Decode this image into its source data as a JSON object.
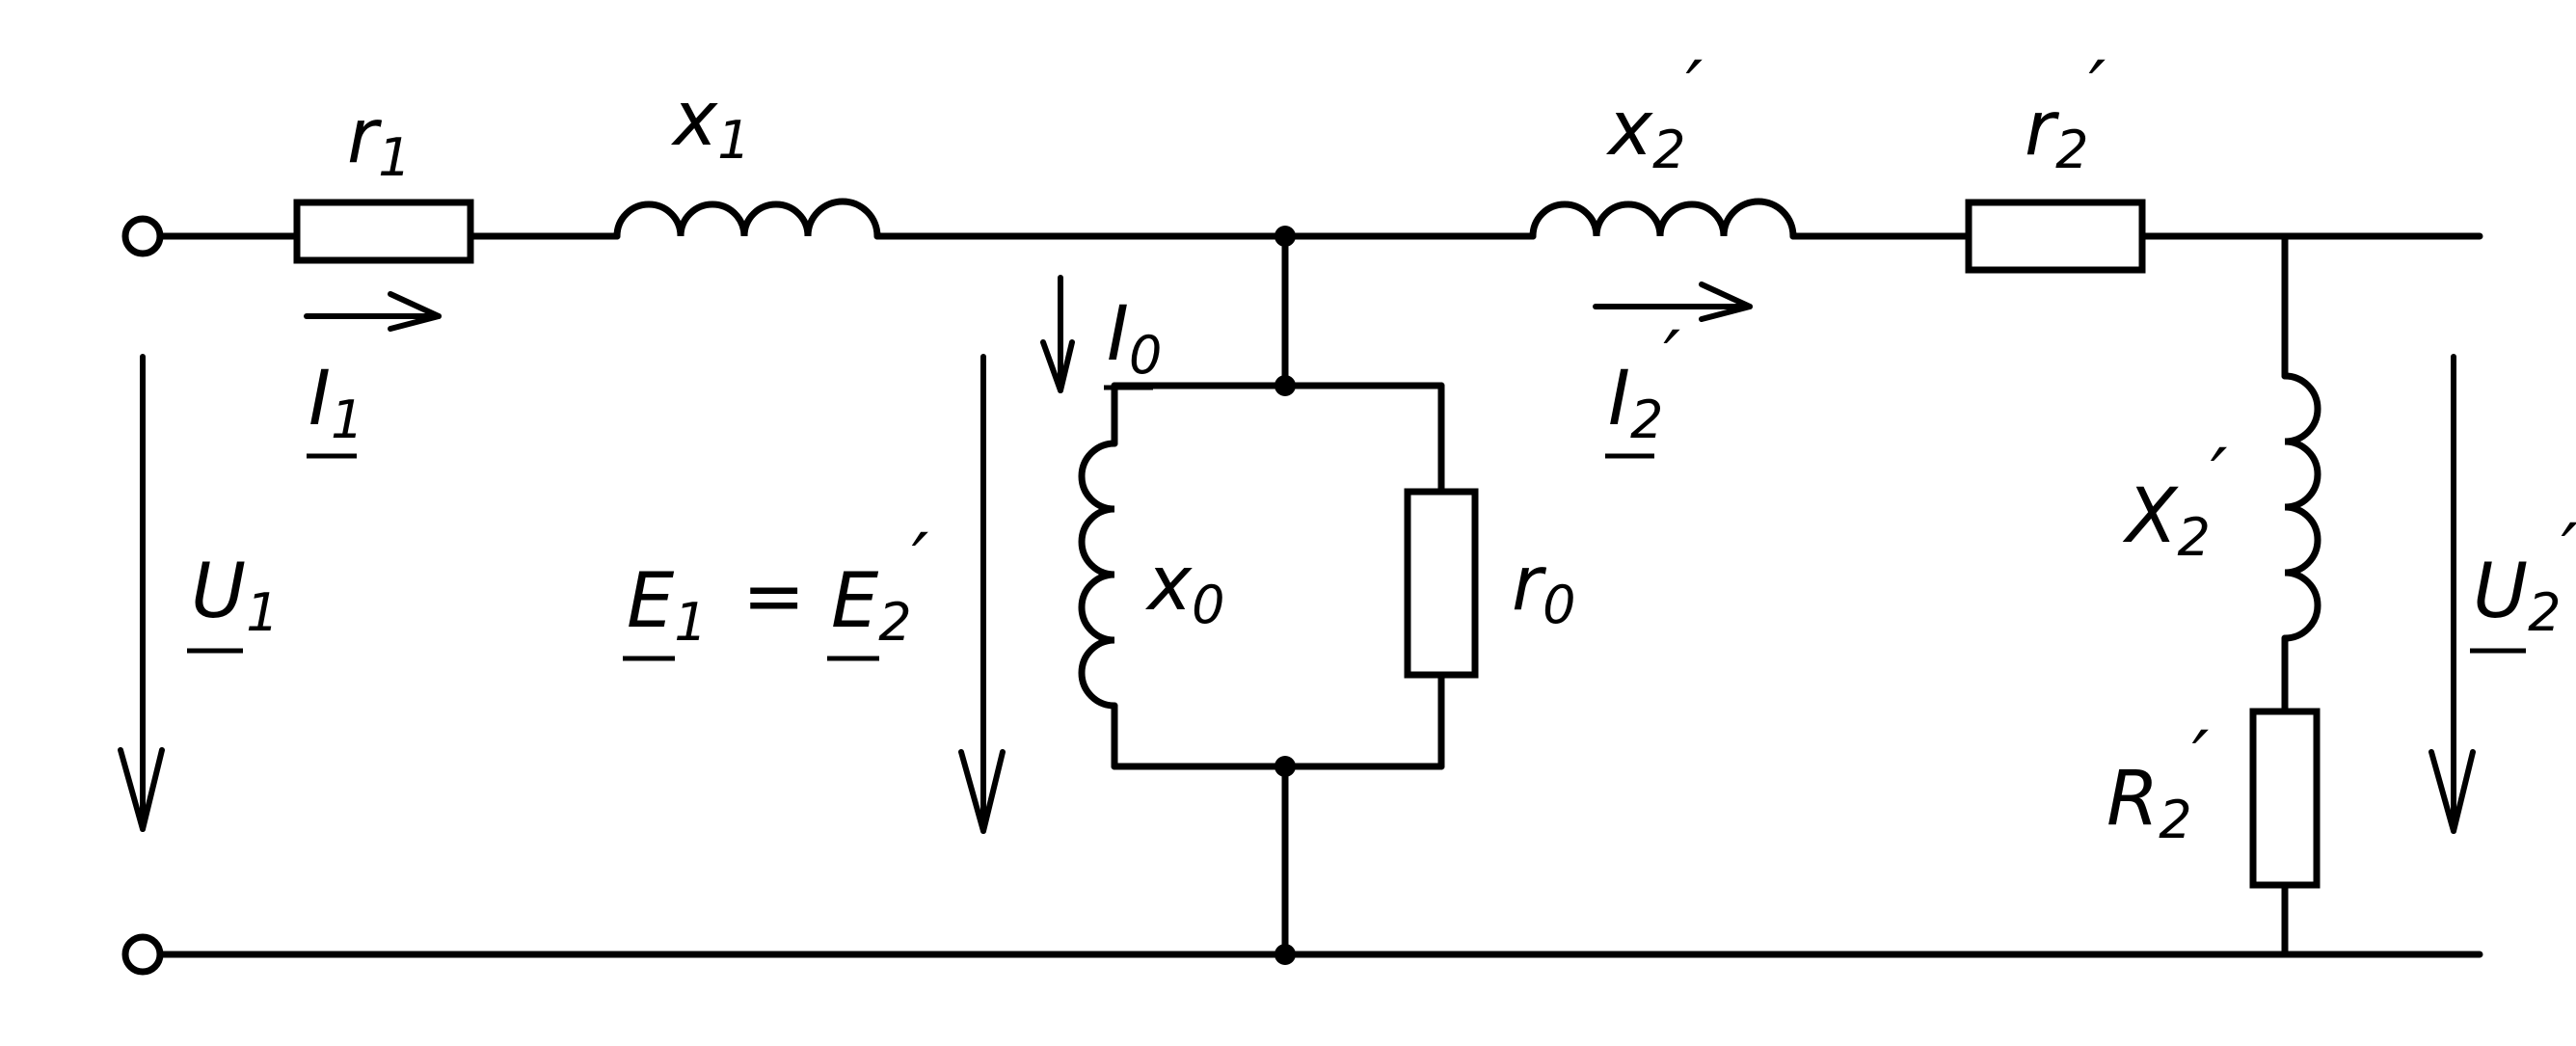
{
  "labels": {
    "r1": {
      "main": "r",
      "sub": "1",
      "prime": ""
    },
    "x1": {
      "main": "x",
      "sub": "1",
      "prime": ""
    },
    "x2p": {
      "main": "x",
      "sub": "2",
      "prime": "′"
    },
    "r2p": {
      "main": "r",
      "sub": "2",
      "prime": "′"
    },
    "I1": {
      "main": "I",
      "sub": "1",
      "prime": ""
    },
    "I0": {
      "main": "I",
      "sub": "0",
      "prime": ""
    },
    "I2p": {
      "main": "I",
      "sub": "2",
      "prime": "′"
    },
    "U1": {
      "main": "U",
      "sub": "1",
      "prime": ""
    },
    "E1": {
      "main": "E",
      "sub": "1",
      "prime": ""
    },
    "eq": "=",
    "E2p": {
      "main": "E",
      "sub": "2",
      "prime": "′"
    },
    "x0": {
      "main": "x",
      "sub": "0",
      "prime": ""
    },
    "r0": {
      "main": "r",
      "sub": "0",
      "prime": ""
    },
    "X2p": {
      "main": "X",
      "sub": "2",
      "prime": "′"
    },
    "R2p": {
      "main": "R",
      "sub": "2",
      "prime": "′"
    },
    "U2p": {
      "main": "U",
      "sub": "2",
      "prime": "′"
    }
  }
}
